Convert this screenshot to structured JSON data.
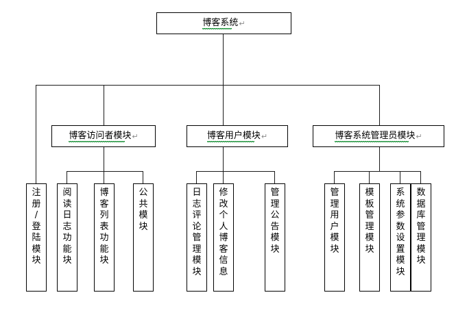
{
  "diagram": {
    "type": "organization-hierarchy-tree",
    "title_node": {
      "label": "博客系统",
      "mark": "↵"
    },
    "level2": [
      {
        "id": "visitor",
        "label": "博客访问者模块",
        "mark": "↵"
      },
      {
        "id": "user",
        "label": "博客用户模块",
        "mark": "↵"
      },
      {
        "id": "admin",
        "label": "博客系统管理员模块",
        "mark": "↵"
      }
    ],
    "leaves": [
      {
        "id": "register-login",
        "group": "root",
        "chars": [
          "注",
          "册",
          "/",
          "登",
          "陆",
          "模",
          "块"
        ]
      },
      {
        "id": "read-log",
        "group": "visitor",
        "chars": [
          "阅",
          "读",
          "日",
          "志",
          "功",
          "能",
          "块"
        ]
      },
      {
        "id": "blog-list",
        "group": "visitor",
        "chars": [
          "博",
          "客",
          "列",
          "表",
          "功",
          "能",
          "块"
        ]
      },
      {
        "id": "public-module",
        "group": "visitor",
        "chars": [
          "公",
          "共",
          "模",
          "块"
        ]
      },
      {
        "id": "comment-manage",
        "group": "user",
        "chars": [
          "日",
          "志",
          "评",
          "论",
          "管",
          "理",
          "模",
          "块"
        ]
      },
      {
        "id": "edit-profile",
        "group": "user",
        "chars": [
          "修",
          "改",
          "个",
          "人",
          "博",
          "客",
          "信",
          "息"
        ]
      },
      {
        "id": "notice-manage",
        "group": "user",
        "chars": [
          "管",
          "理",
          "公",
          "告",
          "模",
          "块"
        ]
      },
      {
        "id": "user-manage",
        "group": "admin",
        "chars": [
          "管",
          "理",
          "用",
          "户",
          "模",
          "块"
        ]
      },
      {
        "id": "template-manage",
        "group": "admin",
        "chars": [
          "模",
          "板",
          "管",
          "理",
          "模",
          "块"
        ]
      },
      {
        "id": "sys-param",
        "group": "admin",
        "chars": [
          "系",
          "统",
          "参",
          "数",
          "设",
          "置",
          "模",
          "块"
        ]
      },
      {
        "id": "db-manage",
        "group": "admin",
        "chars": [
          "数",
          "据",
          "库",
          "管",
          "理",
          "模",
          "块"
        ]
      }
    ],
    "colors": {
      "line": "#1a1a1a",
      "border": "#000000",
      "text": "#000000",
      "spellcheck_underline": "#0a8a2a",
      "pilcrow": "#8a8a8a",
      "background": "#ffffff"
    }
  }
}
